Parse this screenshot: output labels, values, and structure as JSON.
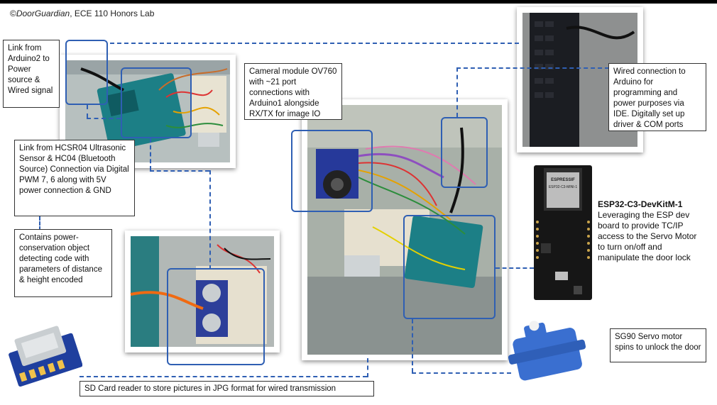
{
  "credit": {
    "symbol": "©",
    "brand": "DoorGuardian",
    "rest": ", ECE 110 Honors Lab"
  },
  "labels": {
    "link_arduino2": "Link from Arduino2 to Power source & Wired signal",
    "hcsr04": "Link from HCSR04 Ultrasonic Sensor & HC04 (Bluetooth Source) Connection via Digital PWM 7, 6 along with 5V power connection & GND",
    "power_conservation": "Contains power-conservation object detecting code with parameters of distance & height encoded",
    "camera": "Cameral module OV760 with ~21 port connections with Arduino1 alongside RX/TX for image IO",
    "wired_connection": "Wired connection to Arduino for programming and power purposes via IDE. Digitally set up driver & COM ports",
    "esp32_title": "ESP32-C3-DevKitM-1",
    "esp32_body": "Leveraging the ESP dev board to provide TC/IP access to the Servo Motor to turn on/off and manipulate the door lock",
    "servo": "SG90 Servo motor spins to unlock the door",
    "sd_card": "SD Card reader to store pictures in JPG format for wired transmission"
  },
  "board_text": {
    "esp_brand": "ESPRESSIF",
    "esp_model": "ESP32-C3-MINI-1"
  },
  "colors": {
    "accent": "#2f5fb3",
    "arduino": "#1c7f86",
    "servo": "#3a6fd0",
    "sd_board": "#1f3f9e",
    "laptop": "#1b1d22"
  }
}
